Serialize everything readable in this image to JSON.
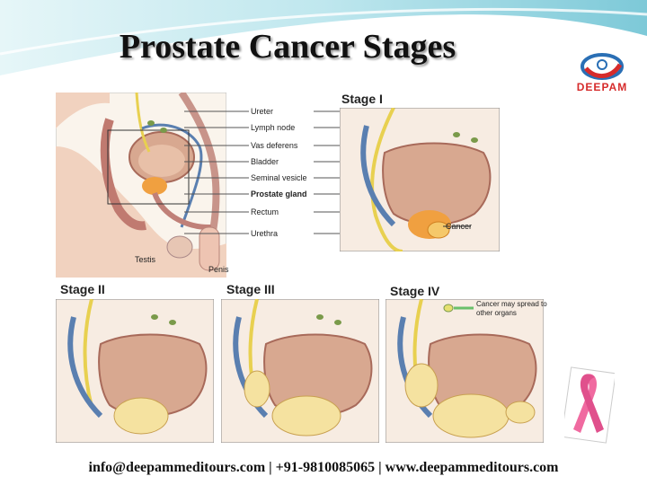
{
  "slide": {
    "title": "Prostate Cancer Stages",
    "logo_text": "DEEPAM",
    "footer": "info@deepammeditours.com | +91-9810085065 | www.deepammeditours.com"
  },
  "anatomy_labels": {
    "ureter": "Ureter",
    "lymph_node": "Lymph node",
    "vas_deferens": "Vas deferens",
    "bladder": "Bladder",
    "seminal_vesicle": "Seminal vesicle",
    "prostate_gland": "Prostate gland",
    "rectum": "Rectum",
    "urethra": "Urethra",
    "testis": "Testis",
    "penis": "Penis"
  },
  "stages": {
    "stage1": "Stage I",
    "stage2": "Stage II",
    "stage3": "Stage III",
    "stage4": "Stage IV"
  },
  "annotations": {
    "cancer": "Cancer",
    "spread": "Cancer may spread to other organs"
  },
  "colors": {
    "bladder": "#d8a890",
    "prostate": "#f0a040",
    "tumor": "#f5e2a0",
    "ureter": "#e8d050",
    "vein": "#5a7fb0",
    "ribbon": "#f06aa0"
  }
}
